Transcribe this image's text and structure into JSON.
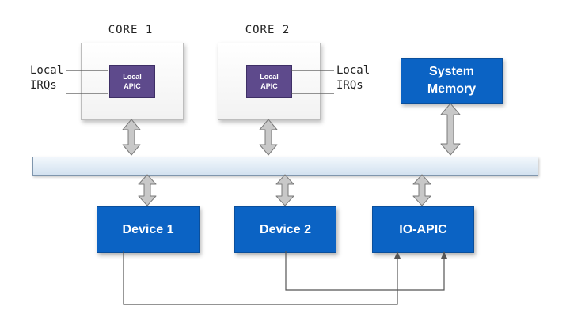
{
  "cores": [
    {
      "title": "CORE 1",
      "apic_line1": "Local",
      "apic_line2": "APIC",
      "irq_line1": "Local",
      "irq_line2": "IRQs"
    },
    {
      "title": "CORE 2",
      "apic_line1": "Local",
      "apic_line2": "APIC",
      "irq_line1": "Local",
      "irq_line2": "IRQs"
    }
  ],
  "system_memory": {
    "line1": "System",
    "line2": "Memory"
  },
  "devices": [
    {
      "label": "Device 1"
    },
    {
      "label": "Device 2"
    }
  ],
  "ioapic": {
    "label": "IO-APIC"
  },
  "colors": {
    "apic": "#5e4a8c",
    "blue_box": "#0b63c4",
    "bus_fill": "#dde8f3",
    "arrow_fill": "#c8c8c8",
    "arrow_stroke": "#7a7a7a",
    "line": "#555555"
  }
}
